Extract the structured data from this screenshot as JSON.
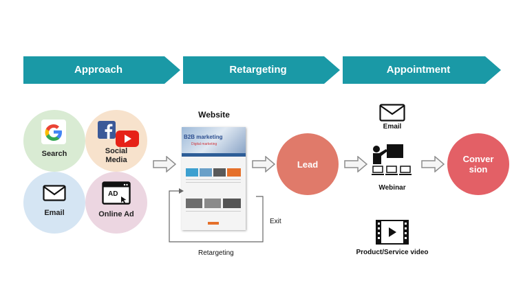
{
  "stages": [
    {
      "label": "Approach",
      "color": "#1a99a6"
    },
    {
      "label": "Retargeting",
      "color": "#1a99a6"
    },
    {
      "label": "Appointment",
      "color": "#1a99a6"
    }
  ],
  "channels": {
    "search": {
      "label": "Search",
      "color": "#d9ebd3"
    },
    "social": {
      "label": "Social\nMedia",
      "color": "#f7e2cc"
    },
    "email": {
      "label": "Email",
      "color": "#d5e5f3"
    },
    "online_ad": {
      "label": "Online Ad",
      "color": "#ecd6e1"
    },
    "ad_icon_text": "AD"
  },
  "website": {
    "title": "Website",
    "banner_text": "B2B marketing",
    "banner_sub": "Digital marketing"
  },
  "exit_label": "Exit",
  "retargeting_label": "Retargeting",
  "lead": {
    "label": "Lead",
    "color": "#e07a6a"
  },
  "appointment": {
    "email_label": "Email",
    "webinar_label": "Webinar",
    "video_label": "Product/Service video"
  },
  "conversion": {
    "label": "Conver\nsion",
    "color": "#e36066"
  }
}
